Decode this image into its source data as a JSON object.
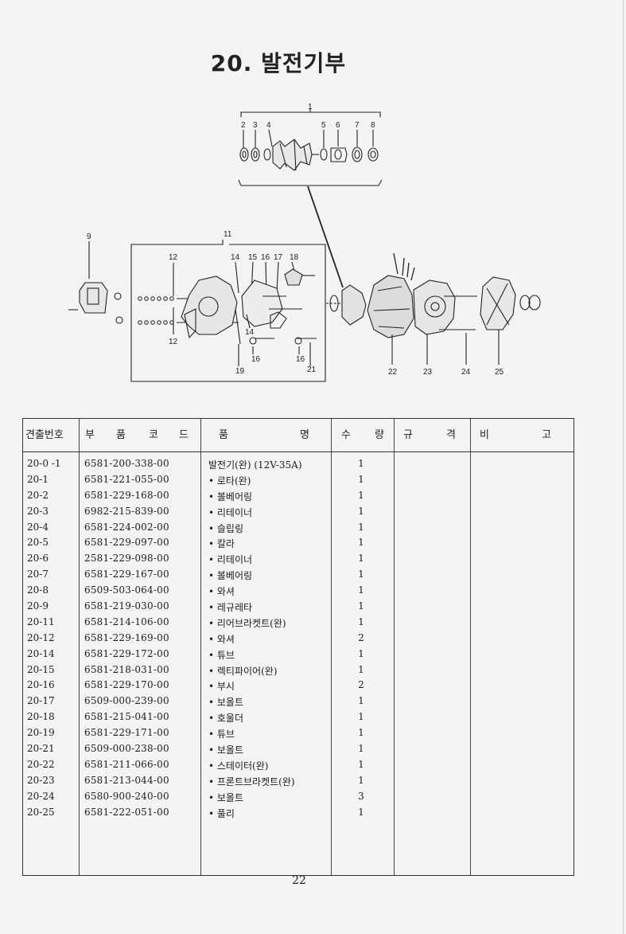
{
  "title": "20. 발전기부",
  "callouts": [
    "1",
    "2",
    "3",
    "4",
    "5",
    "6",
    "7",
    "8",
    "9",
    "11",
    "12",
    "14",
    "15",
    "16",
    "17",
    "18",
    "12",
    "14",
    "16",
    "16",
    "19",
    "21",
    "22",
    "23",
    "24",
    "25"
  ],
  "table": {
    "headers": {
      "no": "견출번호",
      "code": [
        "부",
        "품",
        "코",
        "드"
      ],
      "name": [
        "품",
        "명"
      ],
      "qty": [
        "수",
        "량"
      ],
      "spec": [
        "규",
        "격"
      ],
      "remark": [
        "비",
        "고"
      ]
    },
    "rows": [
      {
        "no": "20-0 -1",
        "code": "6581-200-338-00",
        "name": "발전기(완)  (12V-35A)",
        "qty": "1"
      },
      {
        "no": "20-1",
        "code": "6581-221-055-00",
        "name": "• 로타(완)",
        "qty": "1"
      },
      {
        "no": "20-2",
        "code": "6581-229-168-00",
        "name": "• 볼베어링",
        "qty": "1"
      },
      {
        "no": "20-3",
        "code": "6982-215-839-00",
        "name": "• 리테이너",
        "qty": "1"
      },
      {
        "no": "20-4",
        "code": "6581-224-002-00",
        "name": "• 슬립링",
        "qty": "1"
      },
      {
        "no": "20-5",
        "code": "6581-229-097-00",
        "name": "• 칼라",
        "qty": "1"
      },
      {
        "no": "20-6",
        "code": "2581-229-098-00",
        "name": "• 리테이너",
        "qty": "1"
      },
      {
        "no": "20-7",
        "code": "6581-229-167-00",
        "name": "• 볼베어링",
        "qty": "1"
      },
      {
        "no": "20-8",
        "code": "6509-503-064-00",
        "name": "• 와셔",
        "qty": "1"
      },
      {
        "no": "20-9",
        "code": "6581-219-030-00",
        "name": "• 레규레타",
        "qty": "1"
      },
      {
        "no": "20-11",
        "code": "6581-214-106-00",
        "name": "• 리어브라켓트(완)",
        "qty": "1"
      },
      {
        "no": "20-12",
        "code": "6581-229-169-00",
        "name": "• 와셔",
        "qty": "2"
      },
      {
        "no": "20-14",
        "code": "6581-229-172-00",
        "name": "• 튜브",
        "qty": "1"
      },
      {
        "no": "20-15",
        "code": "6581-218-031-00",
        "name": "• 렉티파이어(완)",
        "qty": "1"
      },
      {
        "no": "20-16",
        "code": "6581-229-170-00",
        "name": "• 부시",
        "qty": "2"
      },
      {
        "no": "20-17",
        "code": "6509-000-239-00",
        "name": "• 보올트",
        "qty": "1"
      },
      {
        "no": "20-18",
        "code": "6581-215-041-00",
        "name": "• 호울더",
        "qty": "1"
      },
      {
        "no": "20-19",
        "code": "6581-229-171-00",
        "name": "• 튜브",
        "qty": "1"
      },
      {
        "no": "20-21",
        "code": "6509-000-238-00",
        "name": "• 보올트",
        "qty": "1"
      },
      {
        "no": "20-22",
        "code": "6581-211-066-00",
        "name": "• 스테이터(완)",
        "qty": "1"
      },
      {
        "no": "20-23",
        "code": "6581-213-044-00",
        "name": "• 프론트브라켓트(완)",
        "qty": "1"
      },
      {
        "no": "20-24",
        "code": "6580-900-240-00",
        "name": "• 보올트",
        "qty": "3"
      },
      {
        "no": "20-25",
        "code": "6581-222-051-00",
        "name": "• 풀리",
        "qty": "1"
      }
    ]
  },
  "page_number": "22"
}
